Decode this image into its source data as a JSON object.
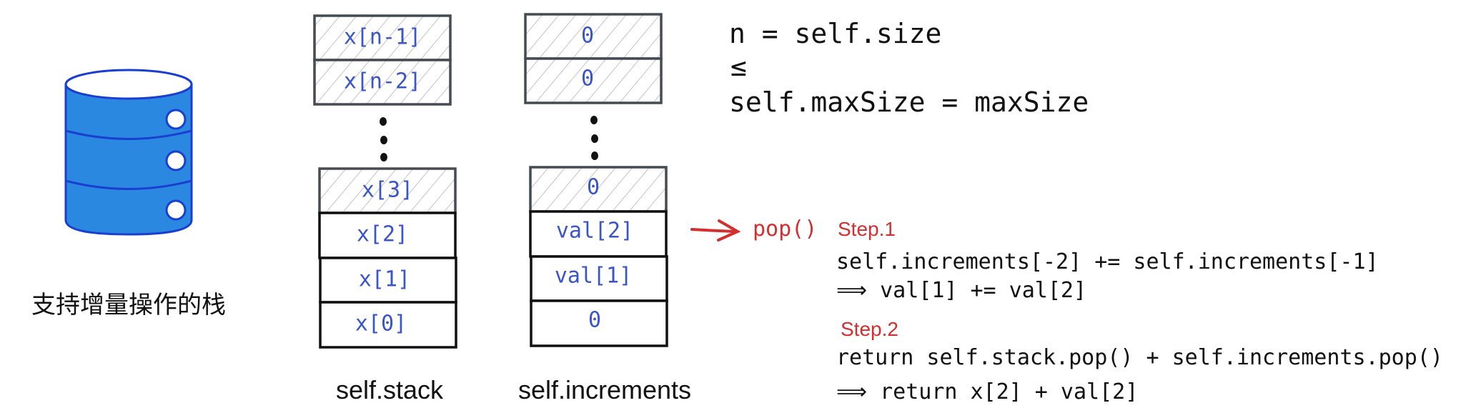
{
  "database_label": "支持增量操作的栈",
  "stack": {
    "caption": "self.stack",
    "top_cells": [
      "x[n-1]",
      "x[n-2]"
    ],
    "mid_cell": "x[3]",
    "plain_cells": [
      "x[2]",
      "x[1]",
      "x[0]"
    ]
  },
  "increments": {
    "caption": "self.increments",
    "top_cells": [
      "0",
      "0"
    ],
    "mid_cell": "0",
    "plain_cells": [
      "val[2]",
      "val[1]",
      "0"
    ]
  },
  "relation": {
    "line1": "n = self.size",
    "line2": "≤",
    "line3": "self.maxSize = maxSize"
  },
  "pop_label": "pop()",
  "step1": {
    "label": "Step.1",
    "line1": "self.increments[-2] += self.increments[-1]",
    "line2": "⟹ val[1] += val[2]"
  },
  "step2": {
    "label": "Step.2",
    "line1": "return self.stack.pop() + self.increments.pop()",
    "line2": "⟹ return x[2] + val[2]"
  },
  "colors": {
    "cylinder_fill": "#2a88e0",
    "cylinder_stroke": "#1a3fd0",
    "cell_text": "#3a55c9",
    "accent_red": "#d32f2f",
    "hatch": "#c4c4c4"
  }
}
